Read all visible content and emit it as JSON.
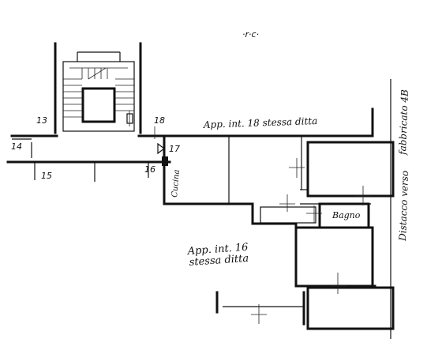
{
  "header_mark": "·r·c·",
  "labels": {
    "apt18": "App. int. 18   stessa ditta",
    "apt16_line1": "App. int. 16",
    "apt16_line2": "stessa ditta",
    "cucina": "Cucina",
    "bagno": "Bagno",
    "distacco_line1": "Distacco verso",
    "distacco_line2": "fabbricato 4B"
  },
  "numbers": {
    "n13": "13",
    "n14": "14",
    "n15": "15",
    "n16": "16",
    "n17": "17",
    "n18": "18"
  }
}
